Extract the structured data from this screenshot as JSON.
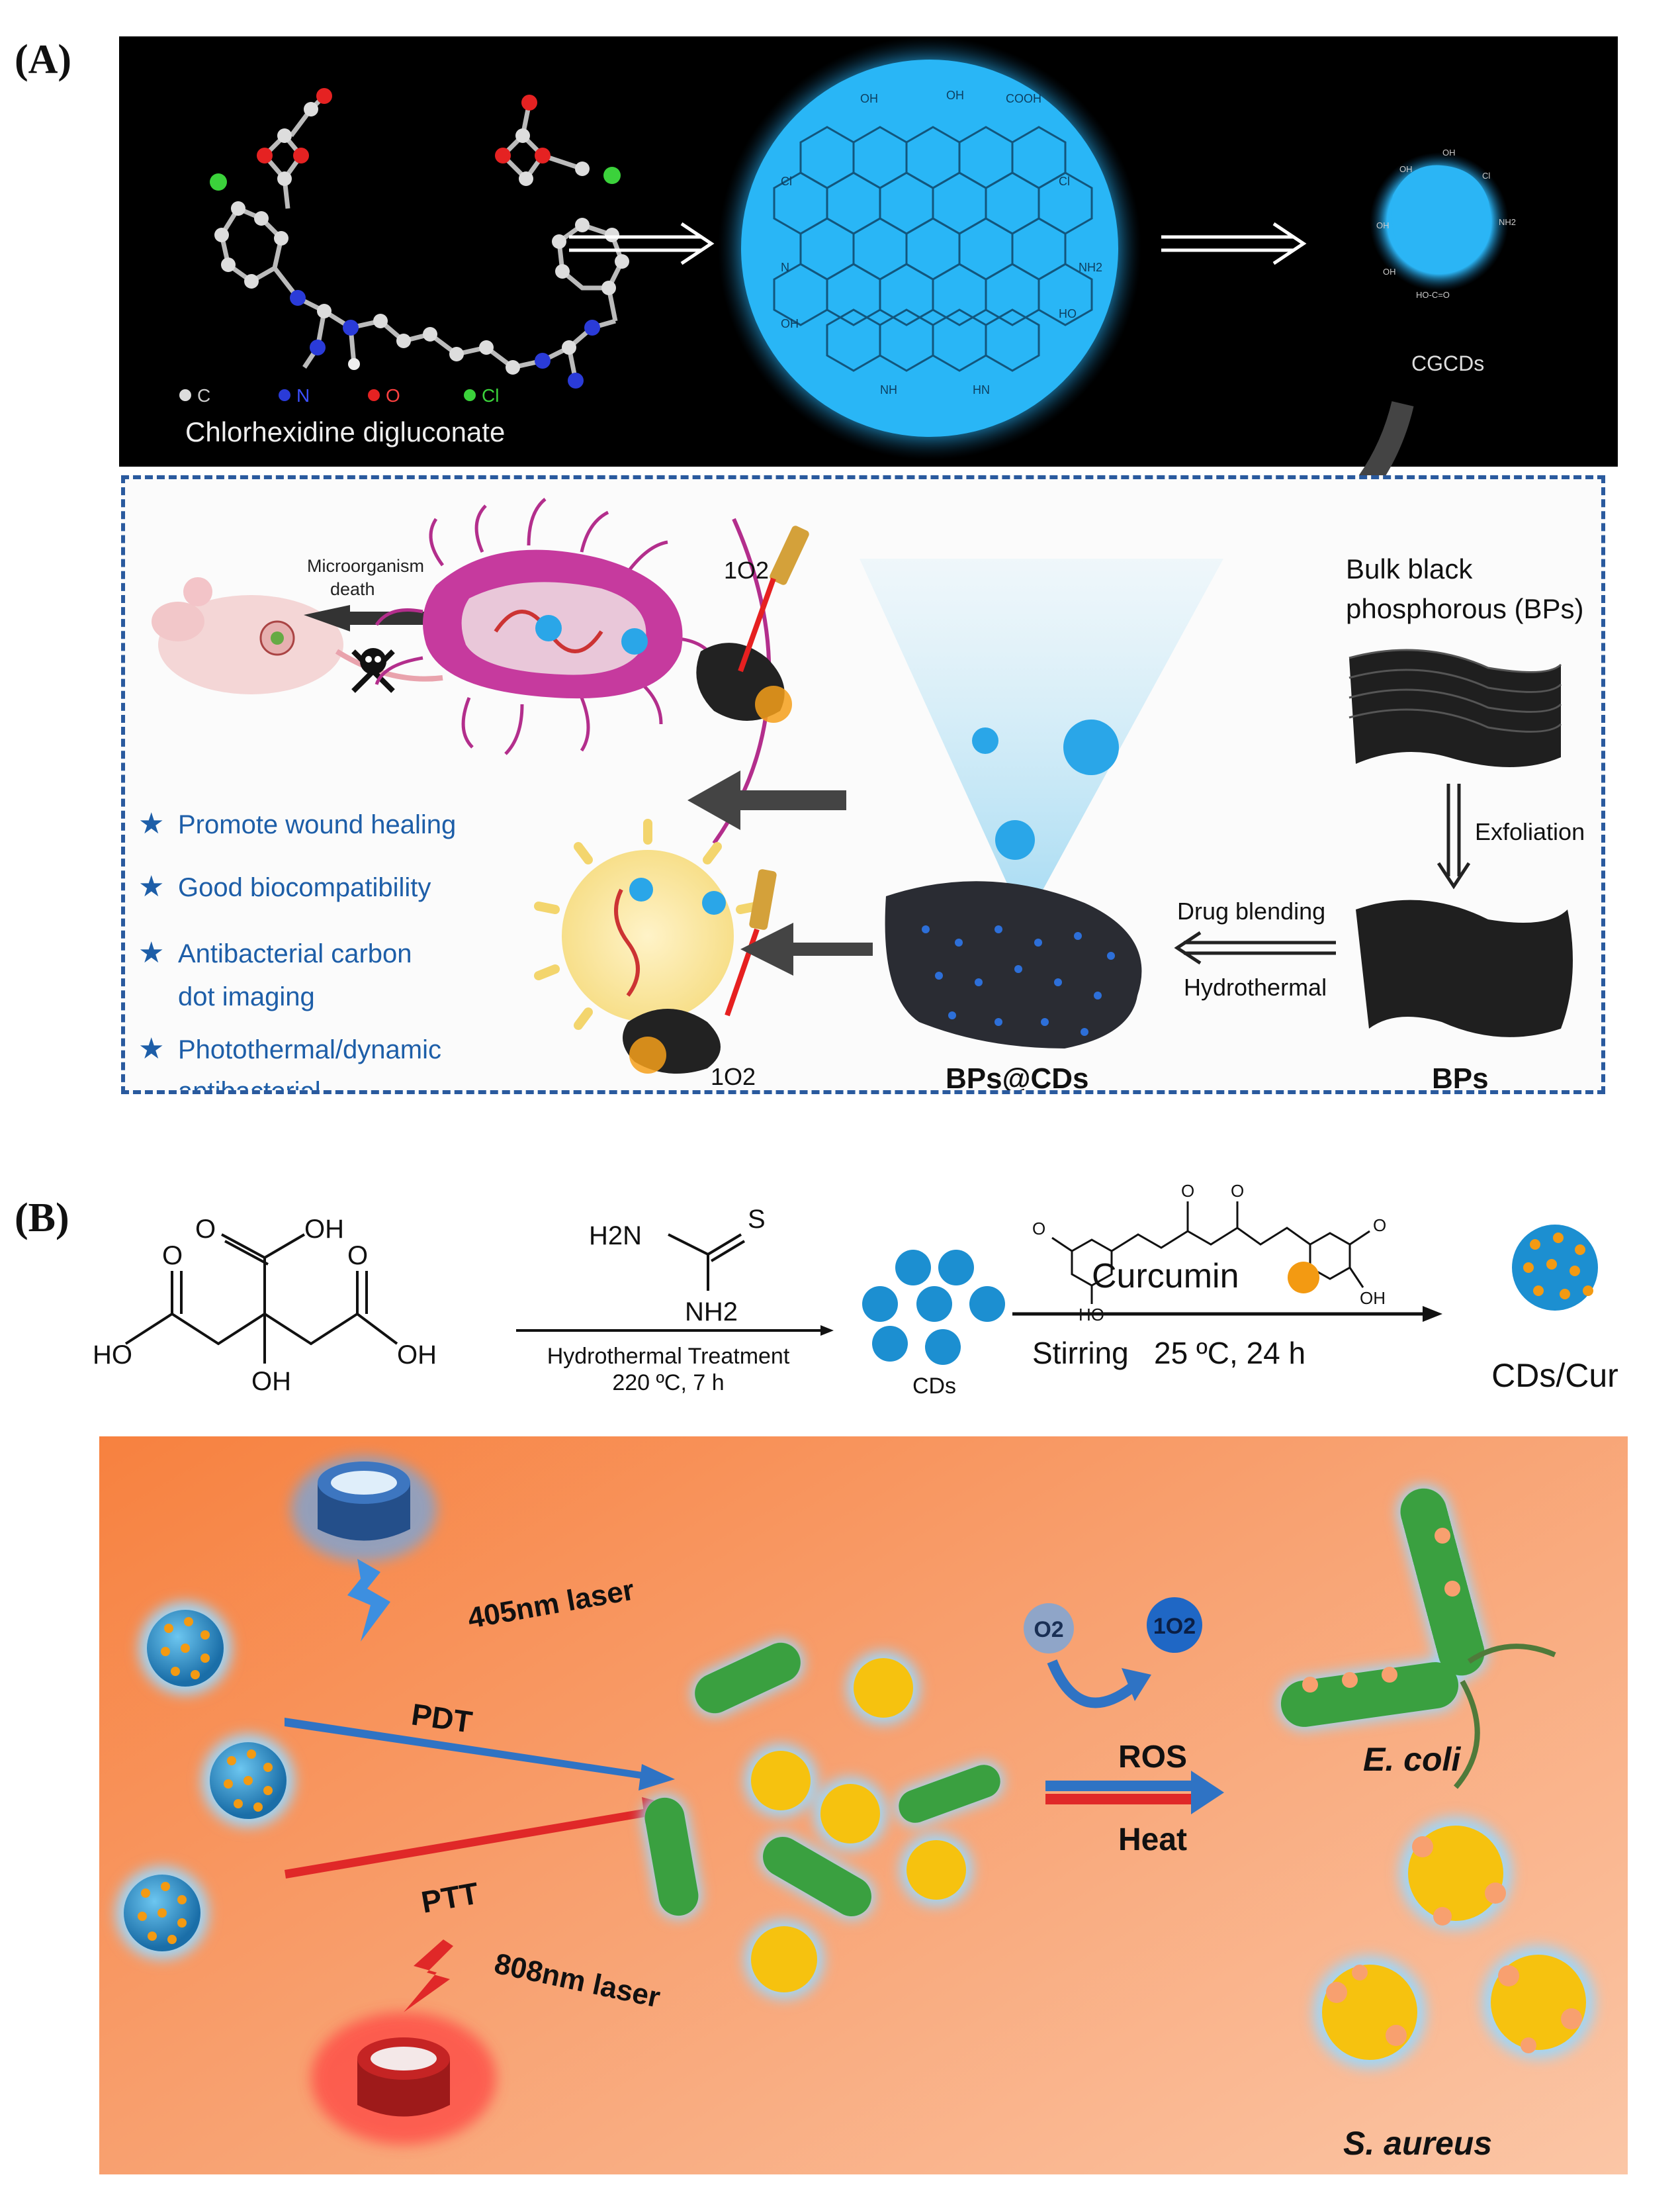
{
  "panel_a": {
    "label": "(A)",
    "legend": {
      "c": "C",
      "n": "N",
      "o": "O",
      "cl": "Cl"
    },
    "molecule_caption": "Chlorhexidine digluconate",
    "cgcds_label": "CGCDs",
    "bulk_label_line1": "Bulk black",
    "bulk_label_line2": "phosphorous (BPs)",
    "exfoliation": "Exfoliation",
    "drug_blending": "Drug blending",
    "hydrothermal": "Hydrothermal",
    "bps_label": "BPs",
    "bpscds_label": "BPs@CDs",
    "death_line1": "Microorganism",
    "death_line2": "death",
    "singlet_oxygen": "1O2",
    "features": [
      "Promote wound healing",
      "Good biocompatibility",
      "Antibacterial carbon",
      "dot imaging",
      "Photothermal/dynamic",
      "antibacterial"
    ],
    "dot_labels": {
      "oh": "OH",
      "cooh": "COOH",
      "cl": "Cl",
      "n": "N",
      "nh": "NH",
      "hn": "HN",
      "nh2": "NH2",
      "ho": "HO",
      "ho_c_o": "HO-C=O"
    }
  },
  "panel_b": {
    "label": "(B)",
    "citric": {
      "o": "O",
      "oh": "OH",
      "ho": "HO"
    },
    "thiourea": {
      "s": "S",
      "h2n": "H2N",
      "nh2": "NH2"
    },
    "step1_line1": "Hydrothermal Treatment",
    "step1_line2": "220 ºC, 7 h",
    "cds_label": "CDs",
    "curcumin_label": "Curcumin",
    "curcumin_o": "O",
    "curcumin_ho": "HO",
    "curcumin_oh": "OH",
    "step2": "Stirring   25 ºC, 24 h",
    "product_label": "CDs/Cur",
    "laser_405": "405nm laser",
    "laser_808": "808nm laser",
    "pdt": "PDT",
    "ptt": "PTT",
    "o2": "O2",
    "singlet_o2": "1O2",
    "ros": "ROS",
    "heat": "Heat",
    "ecoli": "E. coli",
    "saureus": "S. aureus"
  },
  "colors": {
    "cd_blue": "#29b6f6",
    "dash_blue": "#2a5a9e",
    "feature_blue": "#1d5ea8",
    "bacteria_green": "#3aa040",
    "coccus_yellow": "#f6c20f",
    "laser_blue": "#2d6fb0",
    "laser_red": "#c62828"
  }
}
